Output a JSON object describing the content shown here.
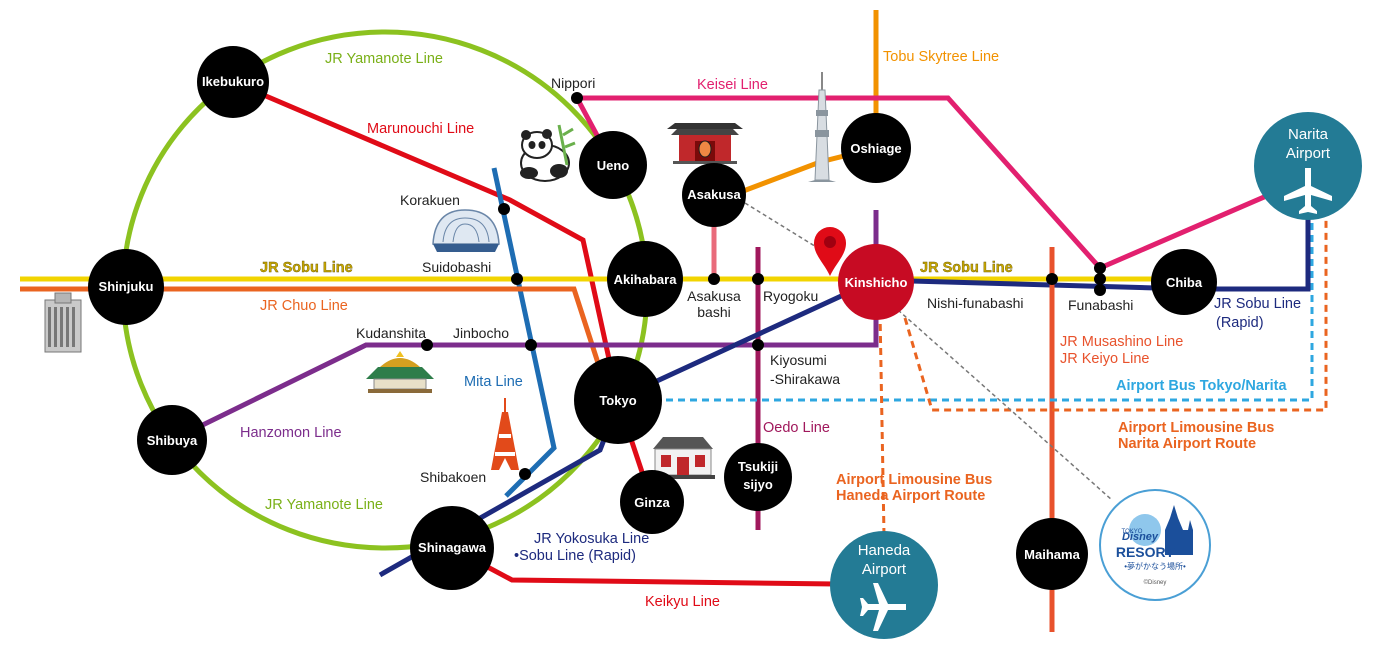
{
  "colors": {
    "yamanote": "#8cc220",
    "sobu": "#f2d400",
    "chuo": "#ea6420",
    "marunouchi": "#e00b17",
    "keisei": "#e2206f",
    "tobu": "#f29200",
    "hanzomon": "#7c2d8c",
    "mita": "#1e6db3",
    "oedo": "#a0185c",
    "sobu_rapid": "#1d2a7e",
    "keiyo": "#e8522c",
    "asakusa": "#e96b7b",
    "airport_bus": "#2ea7e0",
    "limousine": "#ea6420",
    "airport": "#237b95",
    "station": "#000000",
    "kinshicho": "#c70b23"
  },
  "stations": {
    "ikebukuro": "Ikebukuro",
    "ueno": "Ueno",
    "asakusa": "Asakusa",
    "oshiage": "Oshiage",
    "shinjuku": "Shinjuku",
    "akihabara": "Akihabara",
    "kinshicho": "Kinshicho",
    "chiba": "Chiba",
    "shibuya": "Shibuya",
    "tokyo": "Tokyo",
    "tsukiji_1": "Tsukiji",
    "tsukiji_2": "sijyo",
    "ginza": "Ginza",
    "shinagawa": "Shinagawa",
    "maihama": "Maihama"
  },
  "airports": {
    "narita_1": "Narita",
    "narita_2": "Airport",
    "haneda_1": "Haneda",
    "haneda_2": "Airport"
  },
  "small_stations": {
    "nippori": "Nippori",
    "korakuen": "Korakuen",
    "suidobashi": "Suidobashi",
    "asakusabashi_1": "Asakusa",
    "asakusabashi_2": "bashi",
    "ryogoku": "Ryogoku",
    "nishifunabashi": "Nishi-funabashi",
    "funabashi": "Funabashi",
    "kudanshita": "Kudanshita",
    "jinbocho": "Jinbocho",
    "kiyosumi_1": "Kiyosumi",
    "kiyosumi_2": "-Shirakawa",
    "shibakoen": "Shibakoen"
  },
  "lines": {
    "yamanote_top": "JR Yamanote Line",
    "yamanote_bottom": "JR Yamanote Line",
    "marunouchi": "Marunouchi Line",
    "keisei": "Keisei Line",
    "tobu": "Tobu Skytree Line",
    "sobu_west": "JR Sobu Line",
    "sobu_east": "JR Sobu Line",
    "chuo": "JR Chuo Line",
    "sobu_rapid_1": "JR Sobu Line",
    "sobu_rapid_2": "(Rapid)",
    "musashino": "JR Musashino Line",
    "keiyo": "JR Keiyo Line",
    "airport_bus": "Airport Bus Tokyo/Narita",
    "narita_limo_1": "Airport Limousine Bus",
    "narita_limo_2": "Narita Airport Route",
    "mita": "Mita Line",
    "hanzomon": "Hanzomon Line",
    "oedo": "Oedo Line",
    "haneda_limo_1": "Airport Limousine Bus",
    "haneda_limo_2": "Haneda Airport Route",
    "yokosuka_1": "JR Yokosuka Line",
    "yokosuka_2": "•Sobu Line (Rapid)",
    "keikyu": "Keikyu Line"
  },
  "disney": {
    "small_top": "TOKYO",
    "wordmark": "Disney",
    "resort": "RESORT",
    "tagline": "•夢がかなう場所•",
    "copyright": "©Disney"
  },
  "icons": [
    "panda-icon",
    "temple-gate-icon",
    "skytree-icon",
    "dome-icon",
    "government-building-icon",
    "budokan-icon",
    "tokyo-tower-icon",
    "kabukiza-icon",
    "airplane-icon",
    "location-pin-icon",
    "disney-castle-icon"
  ]
}
